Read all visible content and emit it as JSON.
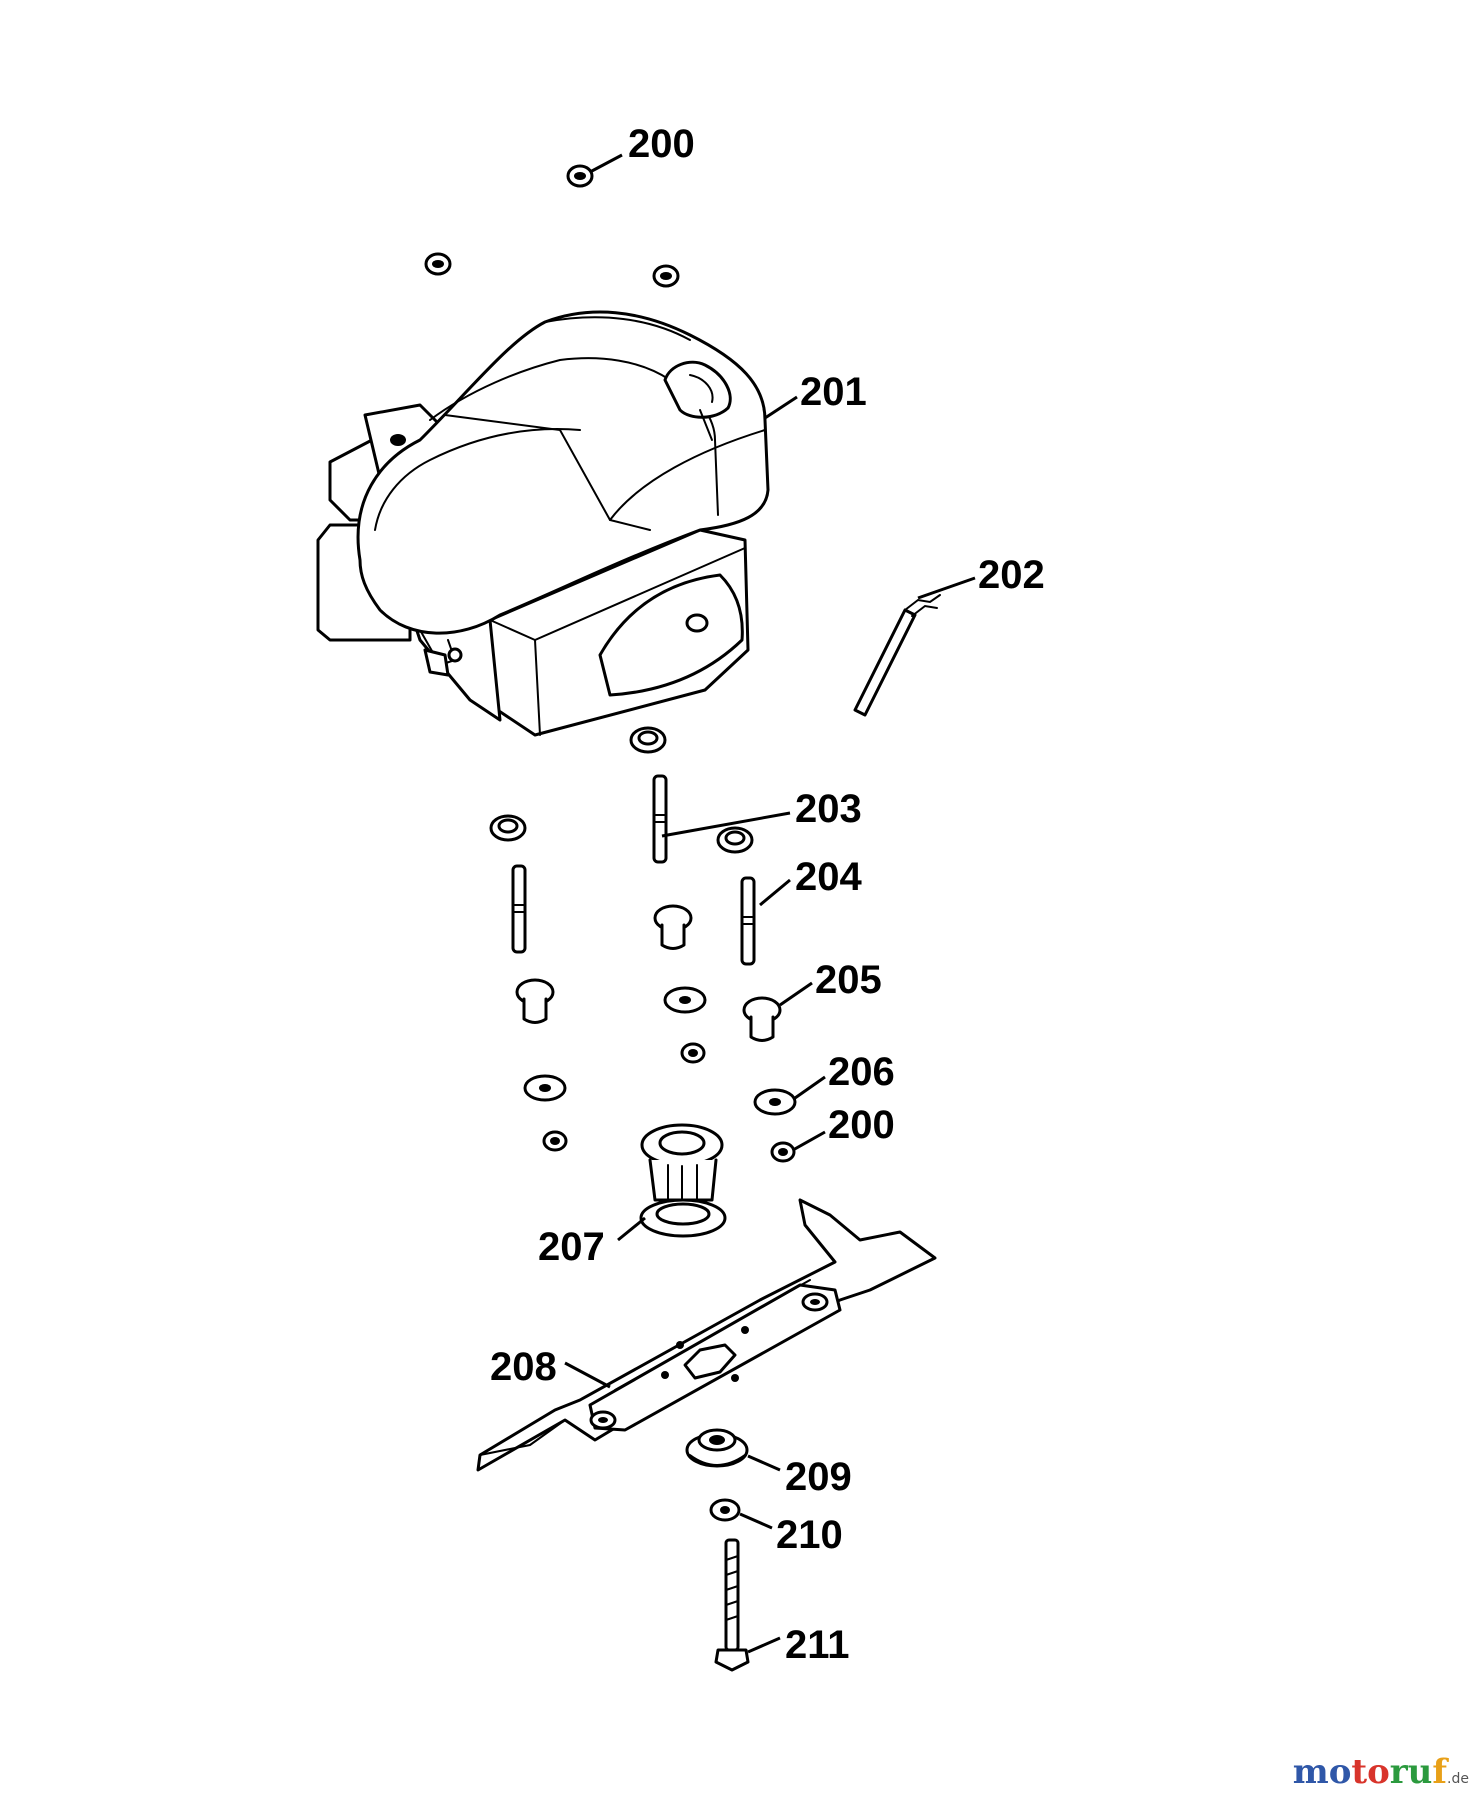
{
  "labels": {
    "l200a": "200",
    "l201": "201",
    "l202": "202",
    "l203": "203",
    "l204": "204",
    "l205": "205",
    "l206": "206",
    "l200b": "200",
    "l207": "207",
    "l208": "208",
    "l209": "209",
    "l210": "210",
    "l211": "211"
  },
  "watermark": {
    "part1": "mo",
    "part2": "to",
    "part3": "ru",
    "part4": "f",
    "tld": ".de"
  }
}
